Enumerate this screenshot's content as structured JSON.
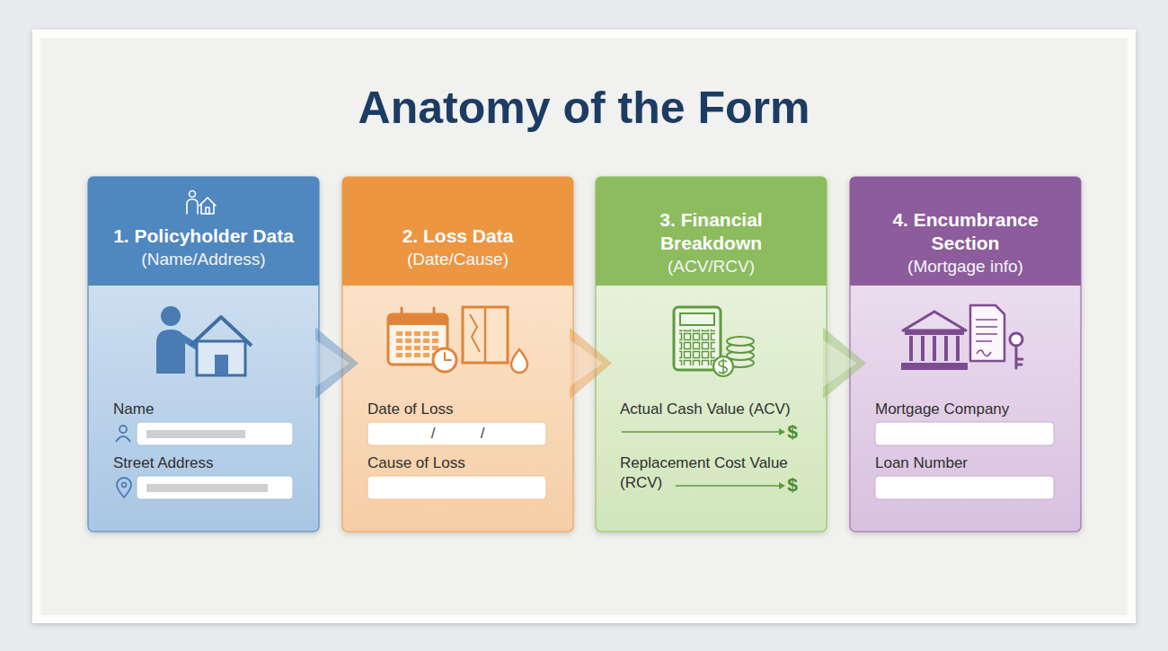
{
  "diagram": {
    "title": "Anatomy of the Form",
    "nodes": [
      {
        "text": [
          "1. Policyholder Data",
          "(Name/Address)",
          "Name",
          "Street Address"
        ]
      },
      {
        "text": [
          "2. Loss Data",
          "(Date/Cause)",
          "Date of Loss",
          "/",
          "/",
          "Cause of Loss"
        ]
      },
      {
        "text": [
          "3. Financial Breakdown",
          "(ACV/RCV)",
          "Actual Cash Value (ACV)",
          "$",
          "Replacement Cost Value (RCV)",
          "$"
        ]
      },
      {
        "text": [
          "4. Encumbrance Section",
          "(Mortgage info)",
          "Mortgage Company",
          "Loan Number"
        ]
      }
    ],
    "edges": [
      {
        "from": 0,
        "to": 1,
        "arrow": "to"
      },
      {
        "from": 1,
        "to": 2,
        "arrow": "to"
      },
      {
        "from": 2,
        "to": 3,
        "arrow": "to"
      }
    ]
  }
}
